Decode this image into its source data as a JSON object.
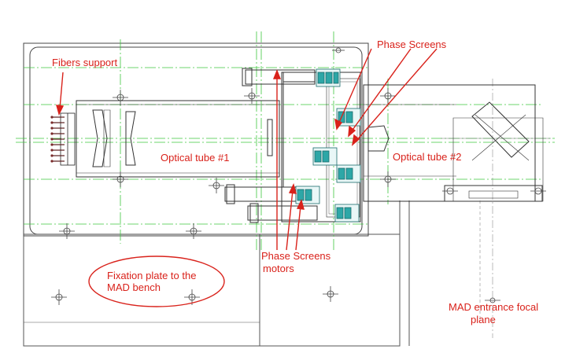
{
  "labels": {
    "fibers_support": "Fibers support",
    "phase_screens": "Phase Screens",
    "optical_tube_1": "Optical tube #1",
    "optical_tube_2": "Optical tube #2",
    "phase_screens_motors_line1": "Phase Screens",
    "phase_screens_motors_line2": "motors",
    "fixation_plate_line1": "Fixation plate to the",
    "fixation_plate_line2": "MAD bench",
    "mad_entrance_line1": "MAD entrance focal",
    "mad_entrance_line2": "plane"
  },
  "colors": {
    "annotation": "#d9221b",
    "drawing": "#3a3a3a",
    "centerline": "#3ec63e",
    "background": "#ffffff"
  }
}
